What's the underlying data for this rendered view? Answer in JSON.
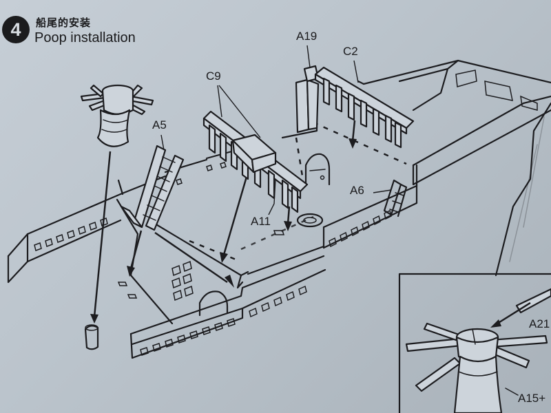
{
  "step": {
    "number": "4",
    "title_cn": "船尾的安装",
    "title_en": "Poop installation"
  },
  "callouts": [
    {
      "id": "A19",
      "text": "A19"
    },
    {
      "id": "C2",
      "text": "C2"
    },
    {
      "id": "C9",
      "text": "C9"
    },
    {
      "id": "A5",
      "text": "A5"
    },
    {
      "id": "A6",
      "text": "A6"
    },
    {
      "id": "A11",
      "text": "A11"
    },
    {
      "id": "A21",
      "text": "A21"
    },
    {
      "id": "A15",
      "text": "A15+"
    }
  ],
  "colors": {
    "paper": "#bfc7cf",
    "ink": "#1c1c1f"
  }
}
